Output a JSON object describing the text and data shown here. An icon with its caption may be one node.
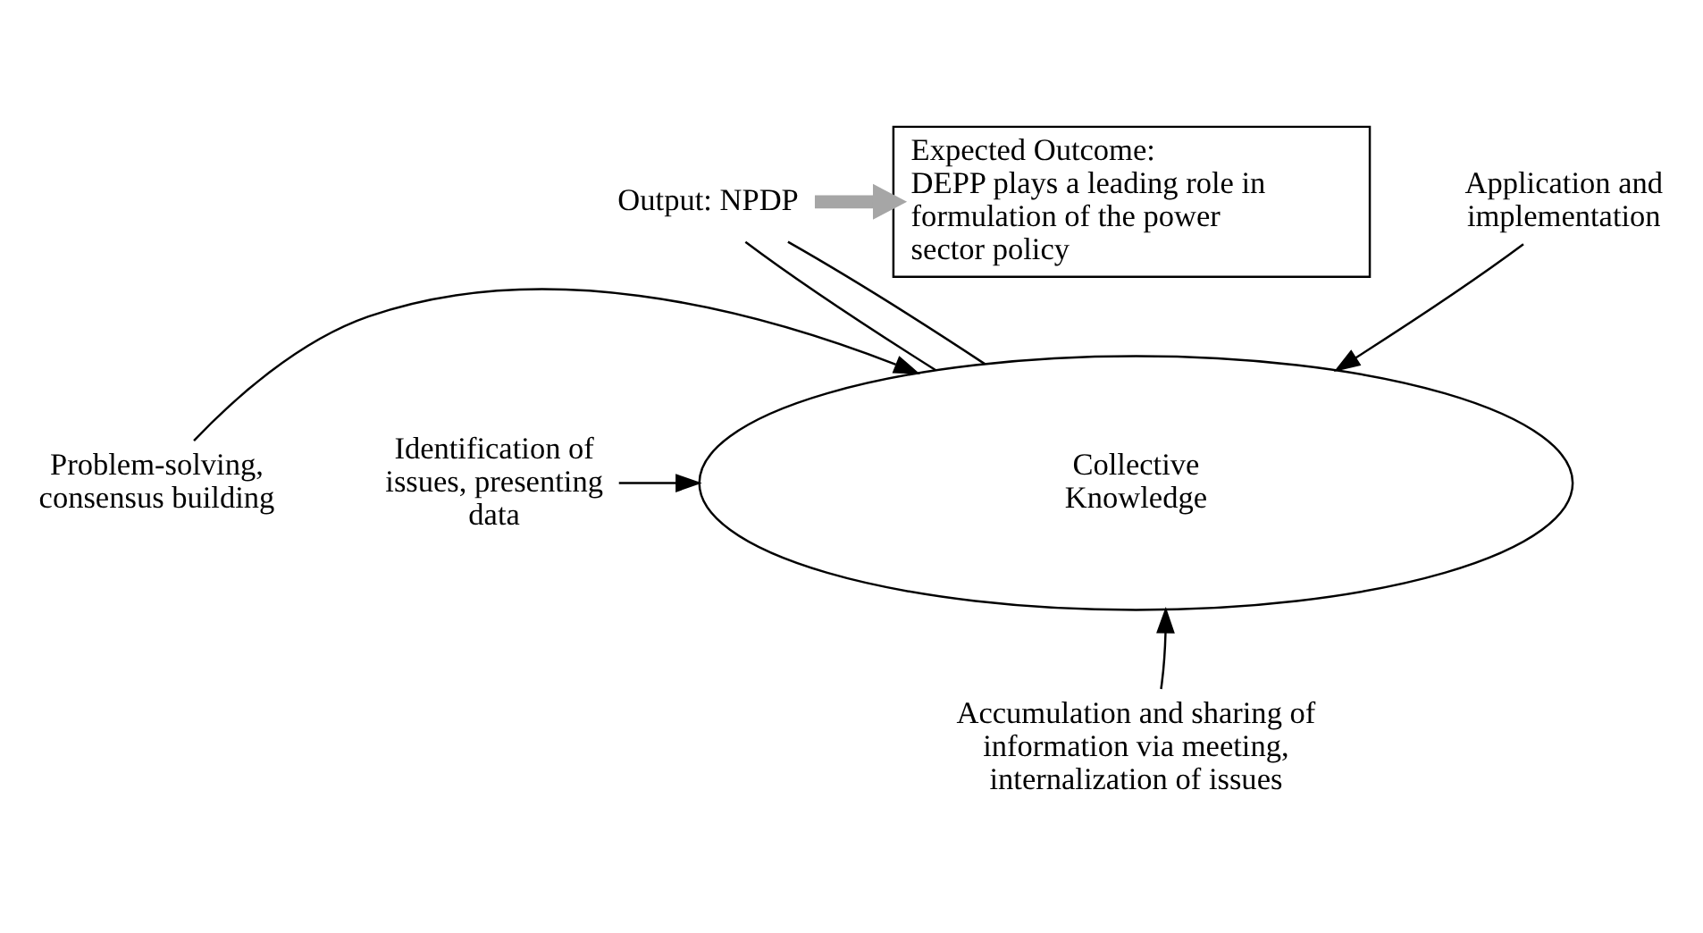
{
  "diagram": {
    "nodes": [
      {
        "text": [
          "Output: NPDP"
        ]
      },
      {
        "text": [
          "Expected Outcome:",
          "DEPP plays a leading role in formulation of the power sector policy"
        ]
      },
      {
        "text": [
          "Collective Knowledge"
        ]
      },
      {
        "text": [
          "Application and implementation"
        ]
      },
      {
        "text": [
          "Problem-solving, consensus building"
        ]
      },
      {
        "text": [
          "Identification of issues, presenting data"
        ]
      },
      {
        "text": [
          "Accumulation and sharing of information via meeting, internalization of issues"
        ]
      }
    ],
    "edges": [
      {
        "from": 0,
        "to": 1,
        "arrow": "to",
        "style": "thick",
        "color": "#a6a6a6"
      },
      {
        "from": 0,
        "to": 2,
        "arrow": "none"
      },
      {
        "from": 0,
        "to": 2,
        "arrow": "none"
      },
      {
        "from": 3,
        "to": 2,
        "arrow": "to"
      },
      {
        "from": 4,
        "to": 2,
        "arrow": "to"
      },
      {
        "from": 5,
        "to": 2,
        "arrow": "to"
      },
      {
        "from": 6,
        "to": 2,
        "arrow": "to"
      }
    ]
  }
}
